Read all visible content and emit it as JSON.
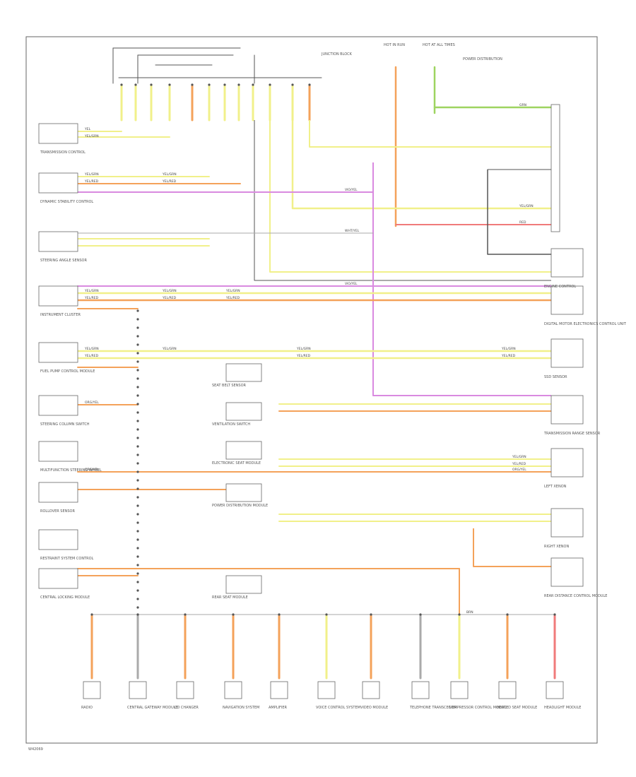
{
  "footer": {
    "code": "W42069"
  },
  "colors": {
    "yellow": "#f1f08a",
    "orange": "#f4a25a",
    "violet": "#d98ae0",
    "green": "#9ed460",
    "red": "#f07a7a",
    "dark": "#555555",
    "grey": "#aaaaaa"
  },
  "modules_left": [
    {
      "id": "transmission-control",
      "name": "TRANSMISSION CONTROL"
    },
    {
      "id": "dynamic-stability-control",
      "name": "DYNAMIC STABILITY CONTROL"
    },
    {
      "id": "steering-angle-sensor",
      "name": "STEERING ANGLE SENSOR"
    },
    {
      "id": "instrument-cluster",
      "name": "INSTRUMENT CLUSTER"
    },
    {
      "id": "fuel-pump-control-module",
      "name": "FUEL PUMP CONTROL MODULE"
    },
    {
      "id": "steering-column-switch",
      "name": "STEERING COLUMN SWITCH"
    },
    {
      "id": "multifunction-steering-wheel",
      "name": "MULTIFUNCTION STEERING WHEEL"
    },
    {
      "id": "rollover-sensor",
      "name": "ROLLOVER SENSOR"
    },
    {
      "id": "restraint-system-control",
      "name": "RESTRAINT SYSTEM CONTROL"
    },
    {
      "id": "central-locking-module",
      "name": "CENTRAL LOCKING MODULE"
    }
  ],
  "modules_right": [
    {
      "id": "engine-control",
      "name": "ENGINE CONTROL"
    },
    {
      "id": "digital-motor-electronics",
      "name": "DIGITAL MOTOR ELECTRONICS CONTROL UNIT"
    },
    {
      "id": "ssd-sensor",
      "name": "SSD SENSOR"
    },
    {
      "id": "transmission-range-sensor",
      "name": "TRANSMISSION RANGE SENSOR"
    },
    {
      "id": "left-xenon",
      "name": "LEFT XENON"
    },
    {
      "id": "right-xenon",
      "name": "RIGHT XENON"
    },
    {
      "id": "rear-distance-module",
      "name": "REAR DISTANCE CONTROL MODULE"
    }
  ],
  "modules_mid": [
    {
      "id": "seat-belt-sensor",
      "name": "SEAT BELT SENSOR"
    },
    {
      "id": "ventilation-switch",
      "name": "VENTILATION SWITCH"
    },
    {
      "id": "electronic-seat-module",
      "name": "ELECTRONIC SEAT MODULE"
    },
    {
      "id": "power-distribution",
      "name": "POWER DISTRIBUTION MODULE"
    },
    {
      "id": "rear-seat-module",
      "name": "REAR SEAT MODULE"
    }
  ],
  "grounds_bottom": [
    {
      "id": "g1",
      "name": "RADIO"
    },
    {
      "id": "g2",
      "name": "CENTRAL GATEWAY MODULE"
    },
    {
      "id": "g3",
      "name": "CD CHANGER"
    },
    {
      "id": "g4",
      "name": "NAVIGATION SYSTEM"
    },
    {
      "id": "g5",
      "name": "AMPLIFIER"
    },
    {
      "id": "g6",
      "name": "VOICE CONTROL SYSTEM"
    },
    {
      "id": "g7",
      "name": "VIDEO MODULE"
    },
    {
      "id": "g8",
      "name": "TELEPHONE TRANSCEIVER"
    },
    {
      "id": "g9",
      "name": "COMPRESSOR CONTROL MODULE"
    },
    {
      "id": "g10",
      "name": "HEATED SEAT MODULE"
    },
    {
      "id": "g11",
      "name": "HEADLIGHT MODULE"
    }
  ],
  "top_labels": {
    "junction": "JUNCTION BLOCK",
    "fuse1": "HOT IN RUN",
    "fuse2": "HOT AT ALL TIMES",
    "power_dist": "POWER DISTRIBUTION"
  },
  "wire_labels": {
    "yel": "YEL",
    "yel_grn": "YEL/GRN",
    "yel_red": "YEL/RED",
    "vio_yel": "VIO/YEL",
    "wht_yel": "WHT/YEL",
    "org_yel": "ORG/YEL",
    "brn": "BRN",
    "grn": "GRN",
    "red": "RED"
  }
}
